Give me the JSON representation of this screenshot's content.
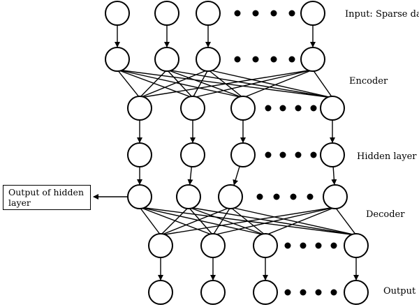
{
  "labels": {
    "input": "Input: Sparse data",
    "encoder": "Encoder",
    "hidden": "Hidden layer",
    "decoder": "Decoder",
    "output": "Output"
  },
  "side_box": {
    "line1": "Output of hidden",
    "line2": "layer"
  },
  "layers": [
    {
      "name": "input-layer",
      "nodes": 4,
      "ellipsis_dots": 4
    },
    {
      "name": "encoder-input-layer",
      "nodes": 4,
      "ellipsis_dots": 4
    },
    {
      "name": "encoder-output-layer",
      "nodes": 4,
      "ellipsis_dots": 4
    },
    {
      "name": "hidden-layer",
      "nodes": 4,
      "ellipsis_dots": 4
    },
    {
      "name": "decoder-input-layer",
      "nodes": 4,
      "ellipsis_dots": 4
    },
    {
      "name": "decoder-output-layer",
      "nodes": 4,
      "ellipsis_dots": 4
    },
    {
      "name": "output-layer",
      "nodes": 4,
      "ellipsis_dots": 4
    }
  ],
  "colors": {
    "stroke": "#000000",
    "fill": "#ffffff"
  }
}
